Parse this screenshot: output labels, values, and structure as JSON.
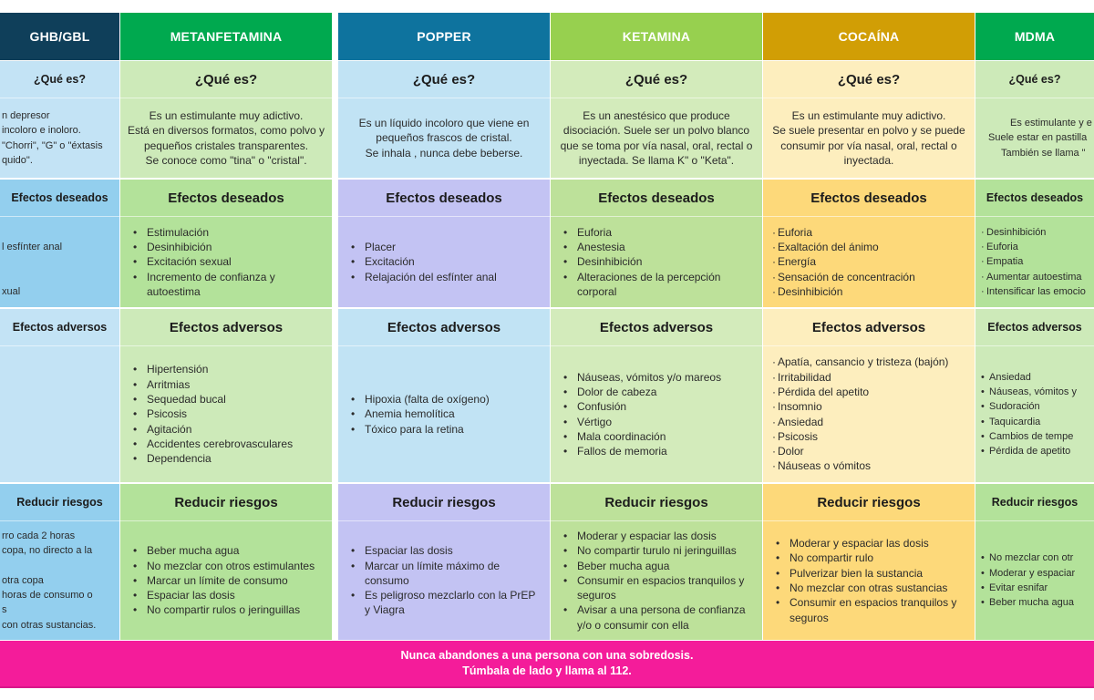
{
  "section_titles": [
    "¿Qué es?",
    "Efectos deseados",
    "Efectos adversos",
    "Reducir riesgos"
  ],
  "columns": [
    {
      "header": "GHB/GBL",
      "colors": {
        "header": "#0f3f5a",
        "light": "#c3e3f5",
        "dark": "#93cfee"
      },
      "que_es": [
        "n depresor",
        "incoloro e inoloro.",
        "\"Chorri\", \"G\" o \"éxtasis",
        "quido\"."
      ],
      "deseados": [
        "",
        "l esfínter anal",
        "",
        "",
        "xual"
      ],
      "adversos": [],
      "reducir": [
        "rro cada 2 horas",
        "copa, no directo a la",
        "",
        "otra copa",
        "horas de consumo o",
        "s",
        "con otras sustancias."
      ],
      "fragment": true
    },
    {
      "header": "METANFETAMINA",
      "colors": {
        "header": "#00a94f",
        "light": "#cdeab9",
        "dark": "#b3e29a"
      },
      "que_es": [
        "Es un estimulante muy adictivo.",
        "Está en diversos formatos, como polvo y",
        "pequeños cristales transparentes.",
        "Se conoce como \"tina\" o \"cristal\"."
      ],
      "deseados": [
        "Estimulación",
        "Desinhibición",
        "Excitación sexual",
        "Incremento de confianza y autoestima"
      ],
      "adversos": [
        "Hipertensión",
        "Arritmias",
        "Sequedad bucal",
        "Psicosis",
        "Agitación",
        "Accidentes cerebrovasculares",
        "Dependencia"
      ],
      "reducir": [
        "Beber mucha agua",
        "No mezclar con otros estimulantes",
        "Marcar un límite de consumo",
        "Espaciar las dosis",
        "No compartir rulos o jeringuillas"
      ]
    },
    {
      "header": "POPPER",
      "colors": {
        "header": "#0e739e",
        "light": "#c1e3f4",
        "dark": "#c3c3f3"
      },
      "que_es": [
        "Es un líquido incoloro que viene en",
        "pequeños frascos de cristal.",
        "Se inhala , nunca debe beberse."
      ],
      "deseados": [
        "Placer",
        "Excitación",
        "Relajación del esfínter anal"
      ],
      "adversos": [
        "Hipoxia (falta de oxígeno)",
        "Anemia hemolítica",
        "Tóxico para la retina"
      ],
      "reducir": [
        "Espaciar las dosis",
        "Marcar un límite máximo de consumo",
        "Es peligroso mezclarlo con la PrEP y Viagra"
      ]
    },
    {
      "header": "KETAMINA",
      "colors": {
        "header": "#97d04f",
        "light": "#d3ebbb",
        "dark": "#bde19a"
      },
      "que_es": [
        "Es un anestésico que produce",
        "disociación. Suele ser un polvo blanco",
        "que se toma por vía nasal, oral, rectal o",
        "inyectada. Se llama K\" o \"Keta\"."
      ],
      "deseados": [
        "Euforia",
        "Anestesia",
        "Desinhibición",
        "Alteraciones de la percepción corporal"
      ],
      "adversos": [
        "Náuseas, vómitos y/o mareos",
        "Dolor de cabeza",
        "Confusión",
        "Vértigo",
        "Mala coordinación",
        "Fallos de memoria"
      ],
      "reducir": [
        "Moderar y espaciar las dosis",
        "No compartir turulo ni jeringuillas",
        "Beber mucha agua",
        "Consumir en espacios tranquilos y seguros",
        "Avisar a una persona de confianza y/o o consumir con ella"
      ]
    },
    {
      "header": "COCAÍNA",
      "colors": {
        "header": "#d19e05",
        "light": "#fdeebe",
        "dark": "#fdd97a"
      },
      "que_es": [
        "Es un estimulante muy adictivo.",
        "Se suele presentar en polvo y se puede",
        "consumir por vía nasal, oral, rectal o",
        "inyectada."
      ],
      "deseados": [
        "Euforia",
        "Exaltación del ánimo",
        "Energía",
        "Sensación de concentración",
        "Desinhibición"
      ],
      "adversos": [
        "Apatía, cansancio y tristeza (bajón)",
        "Irritabilidad",
        "Pérdida del apetito",
        "Insomnio",
        "Ansiedad",
        "Psicosis",
        "Dolor",
        "Náuseas o vómitos"
      ],
      "reducir": [
        "Moderar y espaciar las dosis",
        "No compartir rulo",
        "Pulverizar bien la sustancia",
        "No mezclar con otras sustancias",
        "Consumir en espacios tranquilos y seguros"
      ],
      "dot_lists": [
        "deseados",
        "adversos"
      ]
    },
    {
      "header": "MDMA",
      "colors": {
        "header": "#00a94f",
        "light": "#cdeab9",
        "dark": "#b3e29a"
      },
      "que_es": [
        "Es estimulante y e",
        "Suele estar en pastilla",
        "También se llama \""
      ],
      "deseados": [
        "Desinhibición",
        "Euforia",
        "Empatia",
        "Aumentar autoestima",
        "Intensificar las emocio"
      ],
      "adversos": [
        "Ansiedad",
        "Náuseas, vómitos y",
        "Sudoración",
        "Taquicardia",
        "Cambios de tempe",
        "Pérdida de apetito"
      ],
      "reducir": [
        "No mezclar con otr",
        "Moderar y espaciar",
        "Evitar esnifar",
        "Beber mucha agua"
      ],
      "dot_lists": [
        "deseados"
      ]
    }
  ],
  "banner": {
    "line1": "Nunca abandones a una persona con una sobredosis.",
    "line2": "Túmbala de lado y llama al 112."
  }
}
